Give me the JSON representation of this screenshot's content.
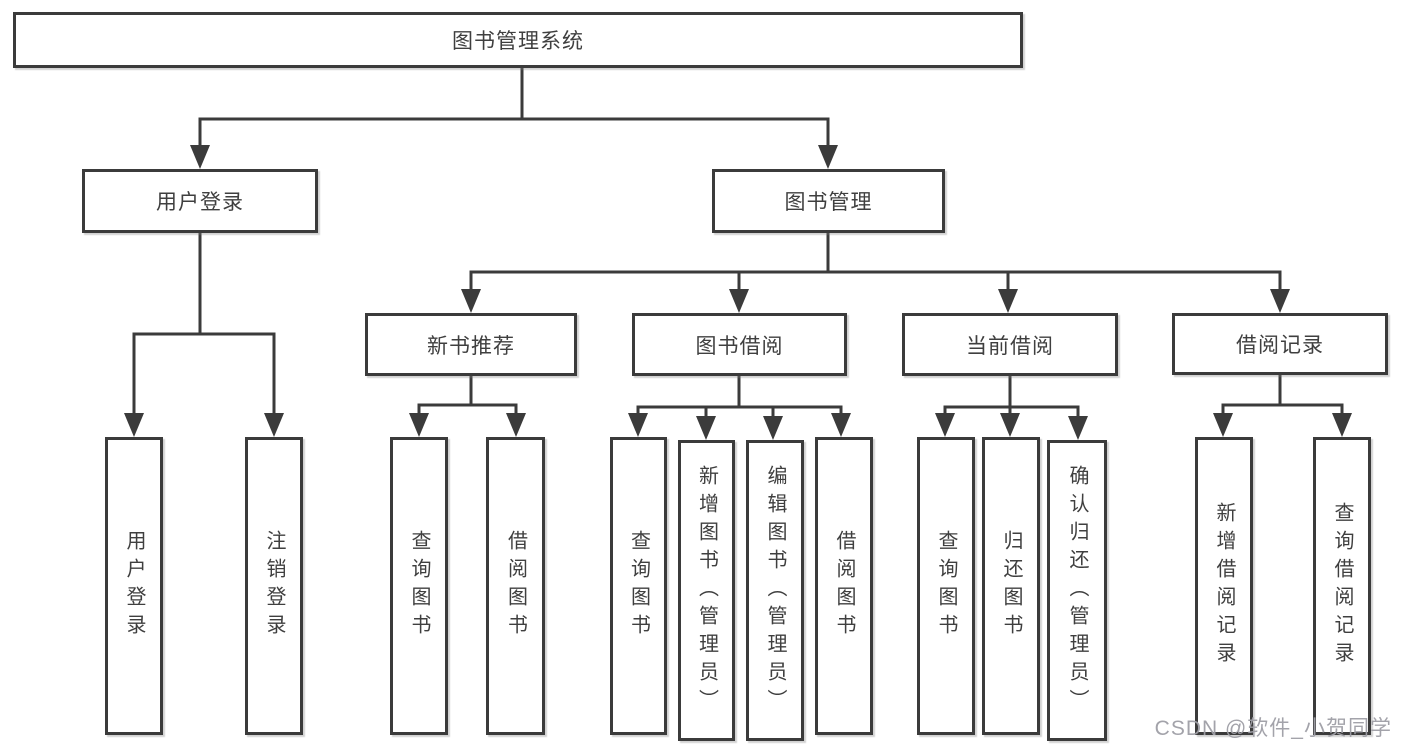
{
  "watermark": "CSDN @软件_小贺同学",
  "colors": {
    "line": "#3b3b3b",
    "box_border": "#3b3b3b",
    "box_background": "#ffffff",
    "text": "#3f3f3f",
    "watermark": "#9e9ea5",
    "page_background": "#ffffff"
  },
  "tree": {
    "root": "图书管理系统",
    "level1": [
      {
        "label": "用户登录"
      },
      {
        "label": "图书管理"
      }
    ],
    "level2": [
      {
        "label": "新书推荐"
      },
      {
        "label": "图书借阅"
      },
      {
        "label": "当前借阅"
      },
      {
        "label": "借阅记录"
      }
    ],
    "leaves": {
      "user_login_children": [
        "用户登录",
        "注销登录"
      ],
      "new_book_children": [
        "查询图书",
        "借阅图书"
      ],
      "book_borrow_children": [
        "查询图书",
        "新增图书（管理员）",
        "编辑图书（管理员）",
        "借阅图书"
      ],
      "current_borrow_children": [
        "查询图书",
        "归还图书",
        "确认归还（管理员）"
      ],
      "record_children": [
        "新增借阅记录",
        "查询借阅记录"
      ]
    }
  }
}
